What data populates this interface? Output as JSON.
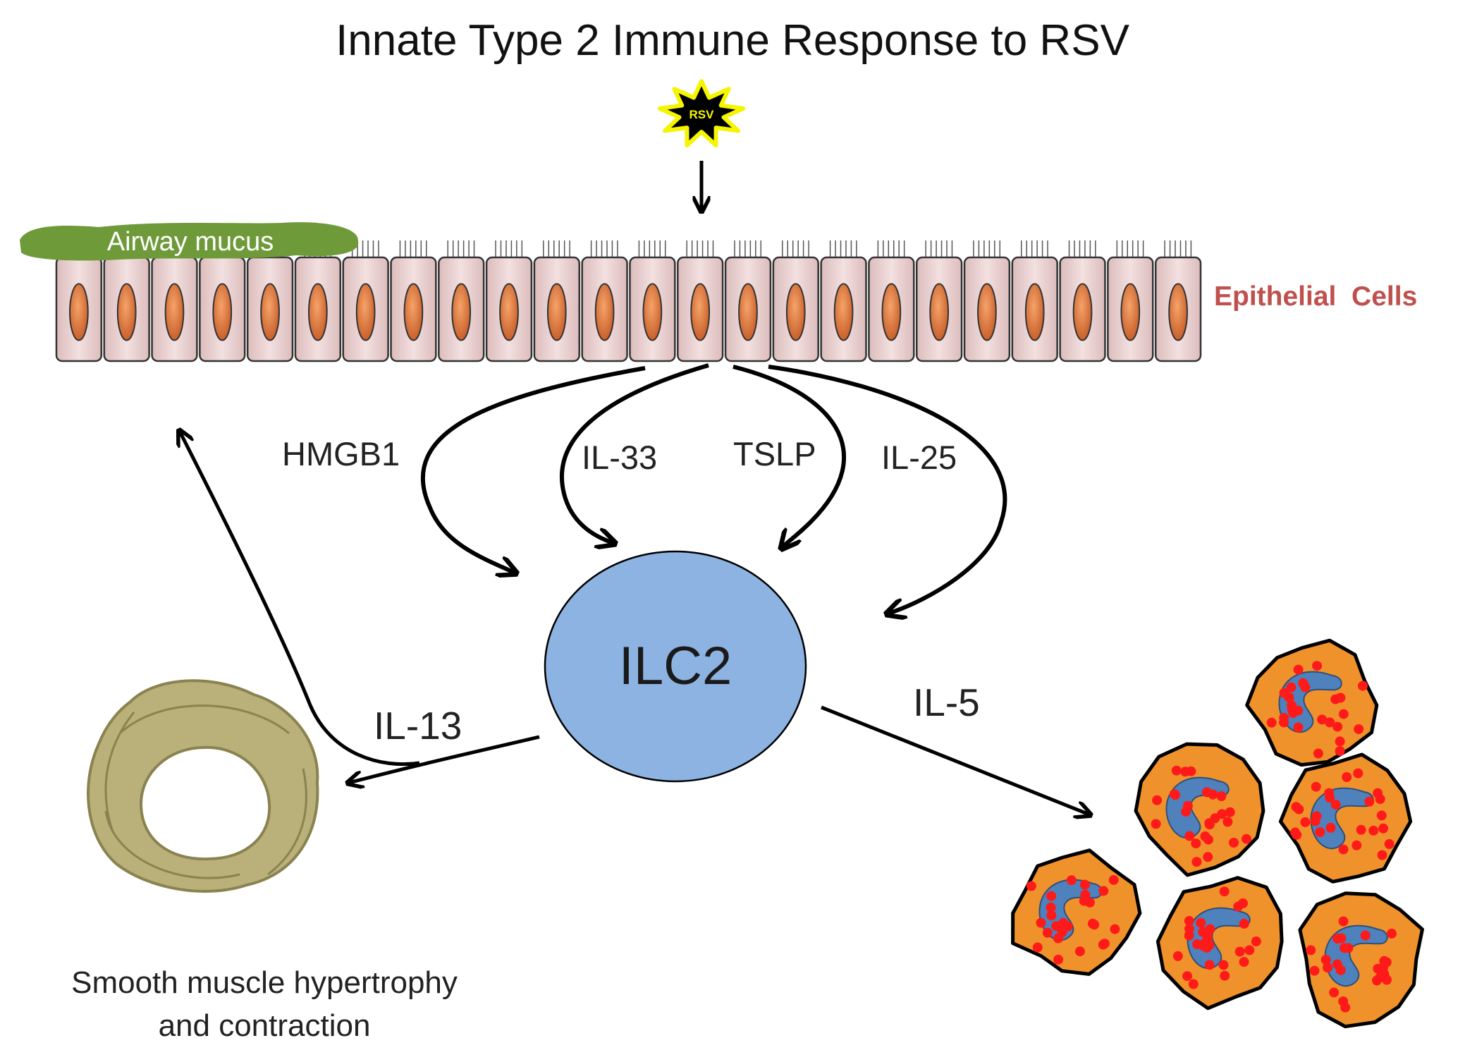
{
  "title": "Innate Type 2 Immune Response to RSV",
  "virus_label": "RSV",
  "mucus_label": "Airway mucus",
  "epithelium_label": "Epithelial  Cells",
  "epithelial_cell_count": 24,
  "cytokines_from_epithelium": [
    "HMGB1",
    "IL-33",
    "TSLP",
    "IL-25"
  ],
  "center_cell_label": "ILC2",
  "left_output": {
    "cytokine": "IL-13",
    "effect_line1": "Smooth muscle hypertrophy",
    "effect_line2": "and contraction"
  },
  "right_output": {
    "cytokine": "IL-5",
    "eosinophil_count": 6
  },
  "colors": {
    "mucus": "#6e9a3a",
    "mucus_text": "#ffffff",
    "epithelial_label": "#c0504d",
    "cell_fill": "#ecd3d3",
    "nucleus": "#e07a3a",
    "ilc2": "#8db3e2",
    "virus": "#000000",
    "virus_glow": "#f5f500",
    "muscle": "#b9b07a",
    "eos_cytoplasm": "#f0922b",
    "eos_granule": "#ff1a1a",
    "eos_nucleus": "#4f81bd"
  }
}
